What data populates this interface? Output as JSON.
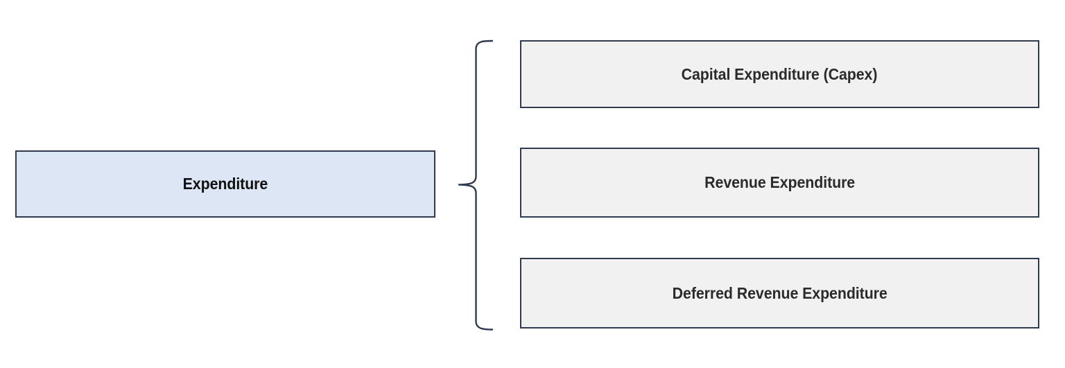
{
  "diagram": {
    "type": "bracket-hierarchy",
    "background_color": "#ffffff",
    "parent": {
      "label": "Expenditure",
      "fill_color": "#dce6f4",
      "border_color": "#2e3b4e",
      "text_color": "#111111"
    },
    "connector": {
      "icon_name": "curly-brace-right",
      "stroke_color": "#2e3b4e"
    },
    "children": [
      {
        "label": "Capital Expenditure (Capex)",
        "fill_color": "#f1f1f1",
        "border_color": "#2e3b4e",
        "text_color": "#2b2b2b"
      },
      {
        "label": "Revenue Expenditure",
        "fill_color": "#f1f1f1",
        "border_color": "#2e3b4e",
        "text_color": "#2b2b2b"
      },
      {
        "label": "Deferred Revenue Expenditure",
        "fill_color": "#f1f1f1",
        "border_color": "#2e3b4e",
        "text_color": "#2b2b2b"
      }
    ]
  }
}
